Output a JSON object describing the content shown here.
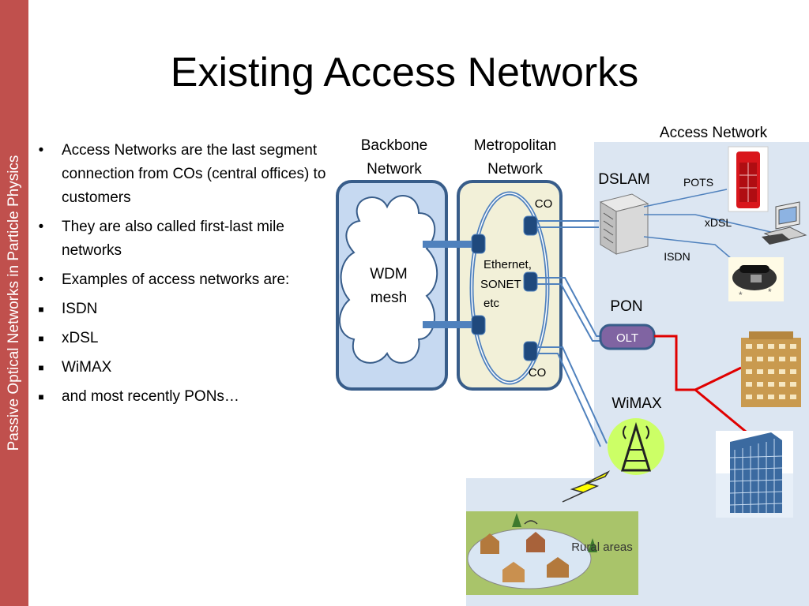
{
  "sidebar": {
    "text": "Passive Optical Networks in Particle Physics"
  },
  "slide": {
    "title": "Existing Access Networks"
  },
  "bullets": [
    {
      "marker": "•",
      "text": "Access Networks are the last segment connection from COs (central offices) to customers"
    },
    {
      "marker": "•",
      "text": "They are also called first-last mile networks"
    },
    {
      "marker": "•",
      "text": "Examples of access networks are:"
    },
    {
      "marker": "■",
      "text": "ISDN"
    },
    {
      "marker": "■",
      "text": "xDSL"
    },
    {
      "marker": "■",
      "text": "WiMAX"
    },
    {
      "marker": "■",
      "text": "and most recently PONs…"
    }
  ],
  "diagram": {
    "backbone_label_1": "Backbone",
    "backbone_label_2": "Network",
    "metro_label_1": "Metropolitan",
    "metro_label_2": "Network",
    "access_label": "Access Network",
    "wdm_1": "WDM",
    "wdm_2": "mesh",
    "ethernet_1": "Ethernet,",
    "ethernet_2": "SONET",
    "ethernet_3": "etc",
    "co_top": "CO",
    "co_bottom": "CO",
    "dslam": "DSLAM",
    "pots": "POTS",
    "xdsl": "xDSL",
    "isdn": "ISDN",
    "pon": "PON",
    "olt": "OLT",
    "wimax": "WiMAX",
    "rural": "Rural areas"
  },
  "colors": {
    "sidebar": "#c0504d",
    "access_bg": "#dce6f2",
    "backbone_fill": "#c6d9f1",
    "metro_fill": "#f2f0d8",
    "ring_stroke": "#385d8a",
    "olt_fill": "#8064a2",
    "pon_line": "#e00000",
    "fiber": "#4f81bd"
  },
  "icons": [
    "dslam-server-icon",
    "phone-booth-icon",
    "computer-icon",
    "telephone-icon",
    "building-icon",
    "skyscraper-icon",
    "wimax-tower-icon",
    "lightning-bolt-icon",
    "rural-village-icon"
  ]
}
